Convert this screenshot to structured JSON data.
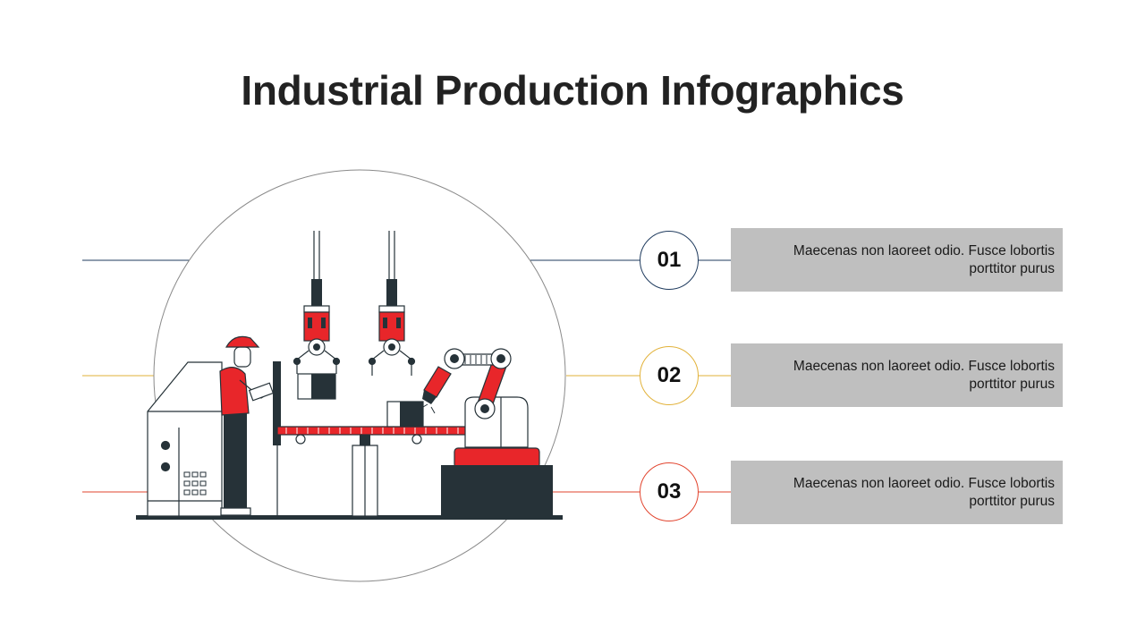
{
  "title": "Industrial Production Infographics",
  "colors": {
    "navy": "#1f3b5e",
    "gold": "#e2b23a",
    "red": "#e2452f",
    "accent_red": "#e8262a",
    "dark": "#263238",
    "box_gray": "#bfbfbf"
  },
  "illustration": {
    "icon": "factory-robot-worker-illustration"
  },
  "items": [
    {
      "number": "01",
      "text": "Maecenas non laoreet odio. Fusce lobortis porttitor purus"
    },
    {
      "number": "02",
      "text": "Maecenas non laoreet odio. Fusce lobortis porttitor purus"
    },
    {
      "number": "03",
      "text": "Maecenas non laoreet odio. Fusce lobortis porttitor purus"
    }
  ]
}
